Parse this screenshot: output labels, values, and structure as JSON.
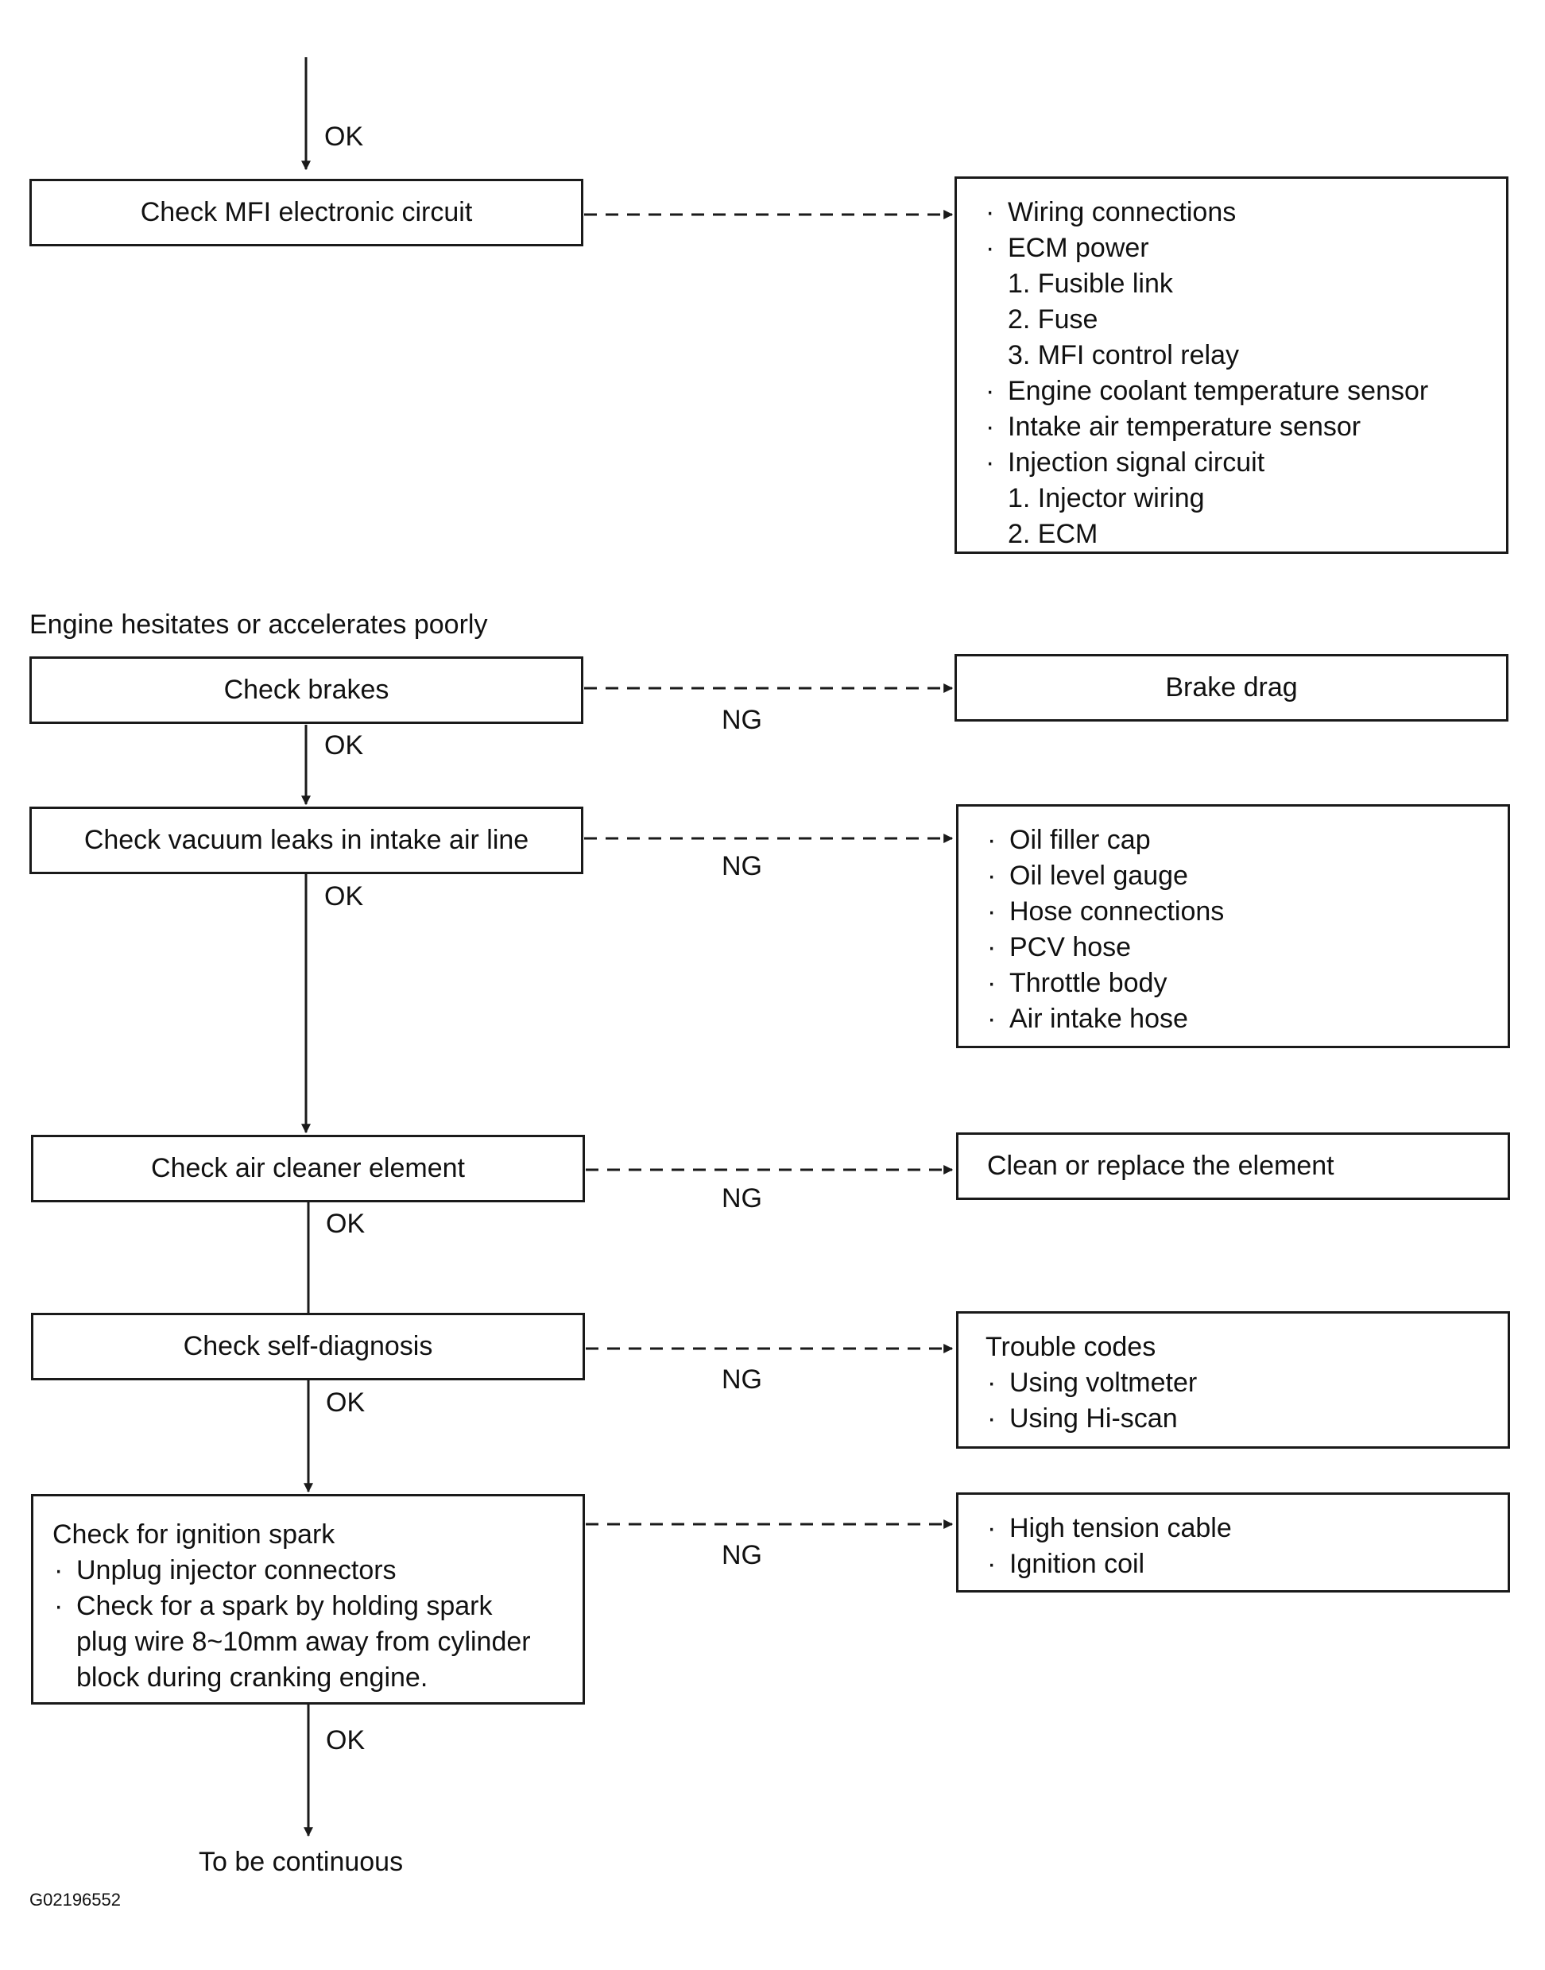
{
  "ok_label": "OK",
  "ng_label": "NG",
  "bullet": "·",
  "section_title": "Engine hesitates or accelerates poorly",
  "footer_text": "To be continuous",
  "figure_code": "G02196552",
  "steps": {
    "mfi": "Check MFI electronic circuit",
    "brakes": "Check brakes",
    "vacuum": "Check vacuum leaks in intake air line",
    "air_cleaner": "Check air cleaner element",
    "self_diag": "Check self-diagnosis",
    "ignition": {
      "title": "Check for ignition spark",
      "items": [
        "Unplug injector connectors",
        "Check for a spark by holding spark",
        "plug wire 8~10mm away from cylinder",
        "block during cranking engine."
      ]
    }
  },
  "results": {
    "mfi": [
      "Wiring connections",
      "ECM power",
      "1.  Fusible link",
      "2.  Fuse",
      "3.  MFI control relay",
      "Engine coolant temperature sensor",
      "Intake air temperature sensor",
      "Injection signal circuit",
      "1.  Injector wiring",
      "2.  ECM"
    ],
    "brakes": "Brake drag",
    "vacuum": [
      "Oil filler cap",
      "Oil level gauge",
      "Hose connections",
      "PCV hose",
      "Throttle body",
      "Air intake hose"
    ],
    "air_cleaner": "Clean or replace the element",
    "self_diag": {
      "title": "Trouble codes",
      "items": [
        "Using voltmeter",
        "Using Hi-scan"
      ]
    },
    "ignition": [
      "High tension cable",
      "Ignition coil"
    ]
  }
}
